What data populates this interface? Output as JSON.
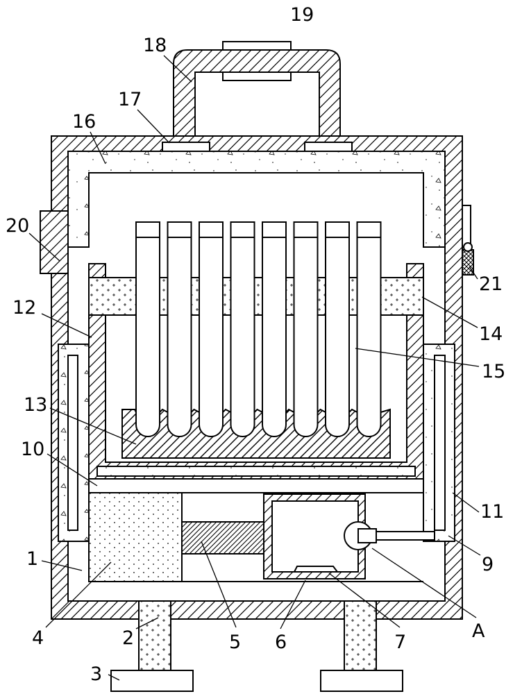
{
  "callouts": {
    "c1": "1",
    "c2": "2",
    "c3": "3",
    "c4": "4",
    "c5": "5",
    "c6": "6",
    "c7": "7",
    "c9": "9",
    "c10": "10",
    "c11": "11",
    "c12": "12",
    "c13": "13",
    "c14": "14",
    "c15": "15",
    "c16": "16",
    "c17": "17",
    "c18": "18",
    "c19": "19",
    "c20": "20",
    "c21": "21",
    "cA": "A"
  },
  "tube_count": 8
}
